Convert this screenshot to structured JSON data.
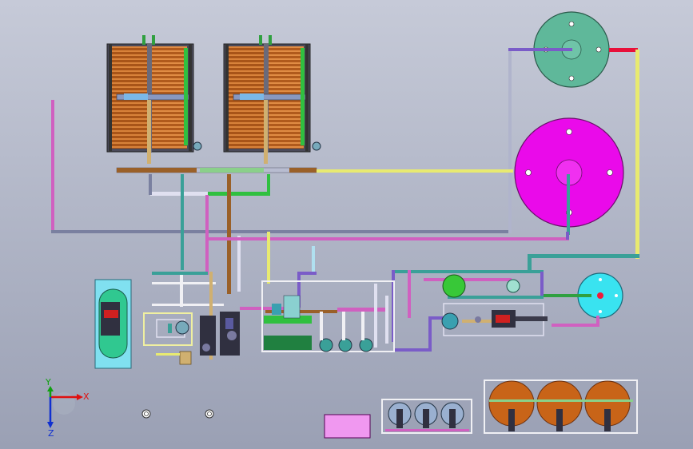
{
  "view": {
    "axes": {
      "x_label": "X",
      "y_label": "Y",
      "z_label": "Z"
    },
    "colors": {
      "tank_top": "#5fb89a",
      "tank_large": "#ea0aea",
      "tank_small": "#39e3f0",
      "pipe_yellow": "#e8ea70",
      "pipe_red": "#e8103a",
      "pipe_purple": "#7a5cc8",
      "pipe_gray": "#8a8ea8",
      "pipe_white": "#f0f0f4",
      "pipe_green": "#30c040",
      "pipe_brown": "#9a6028",
      "pipe_pink": "#d06090",
      "pipe_teal": "#3aa098",
      "module_orange": "#c86418",
      "pump_green": "#38c838",
      "skid_green": "#208040",
      "pad_pink": "#f098f0"
    }
  }
}
